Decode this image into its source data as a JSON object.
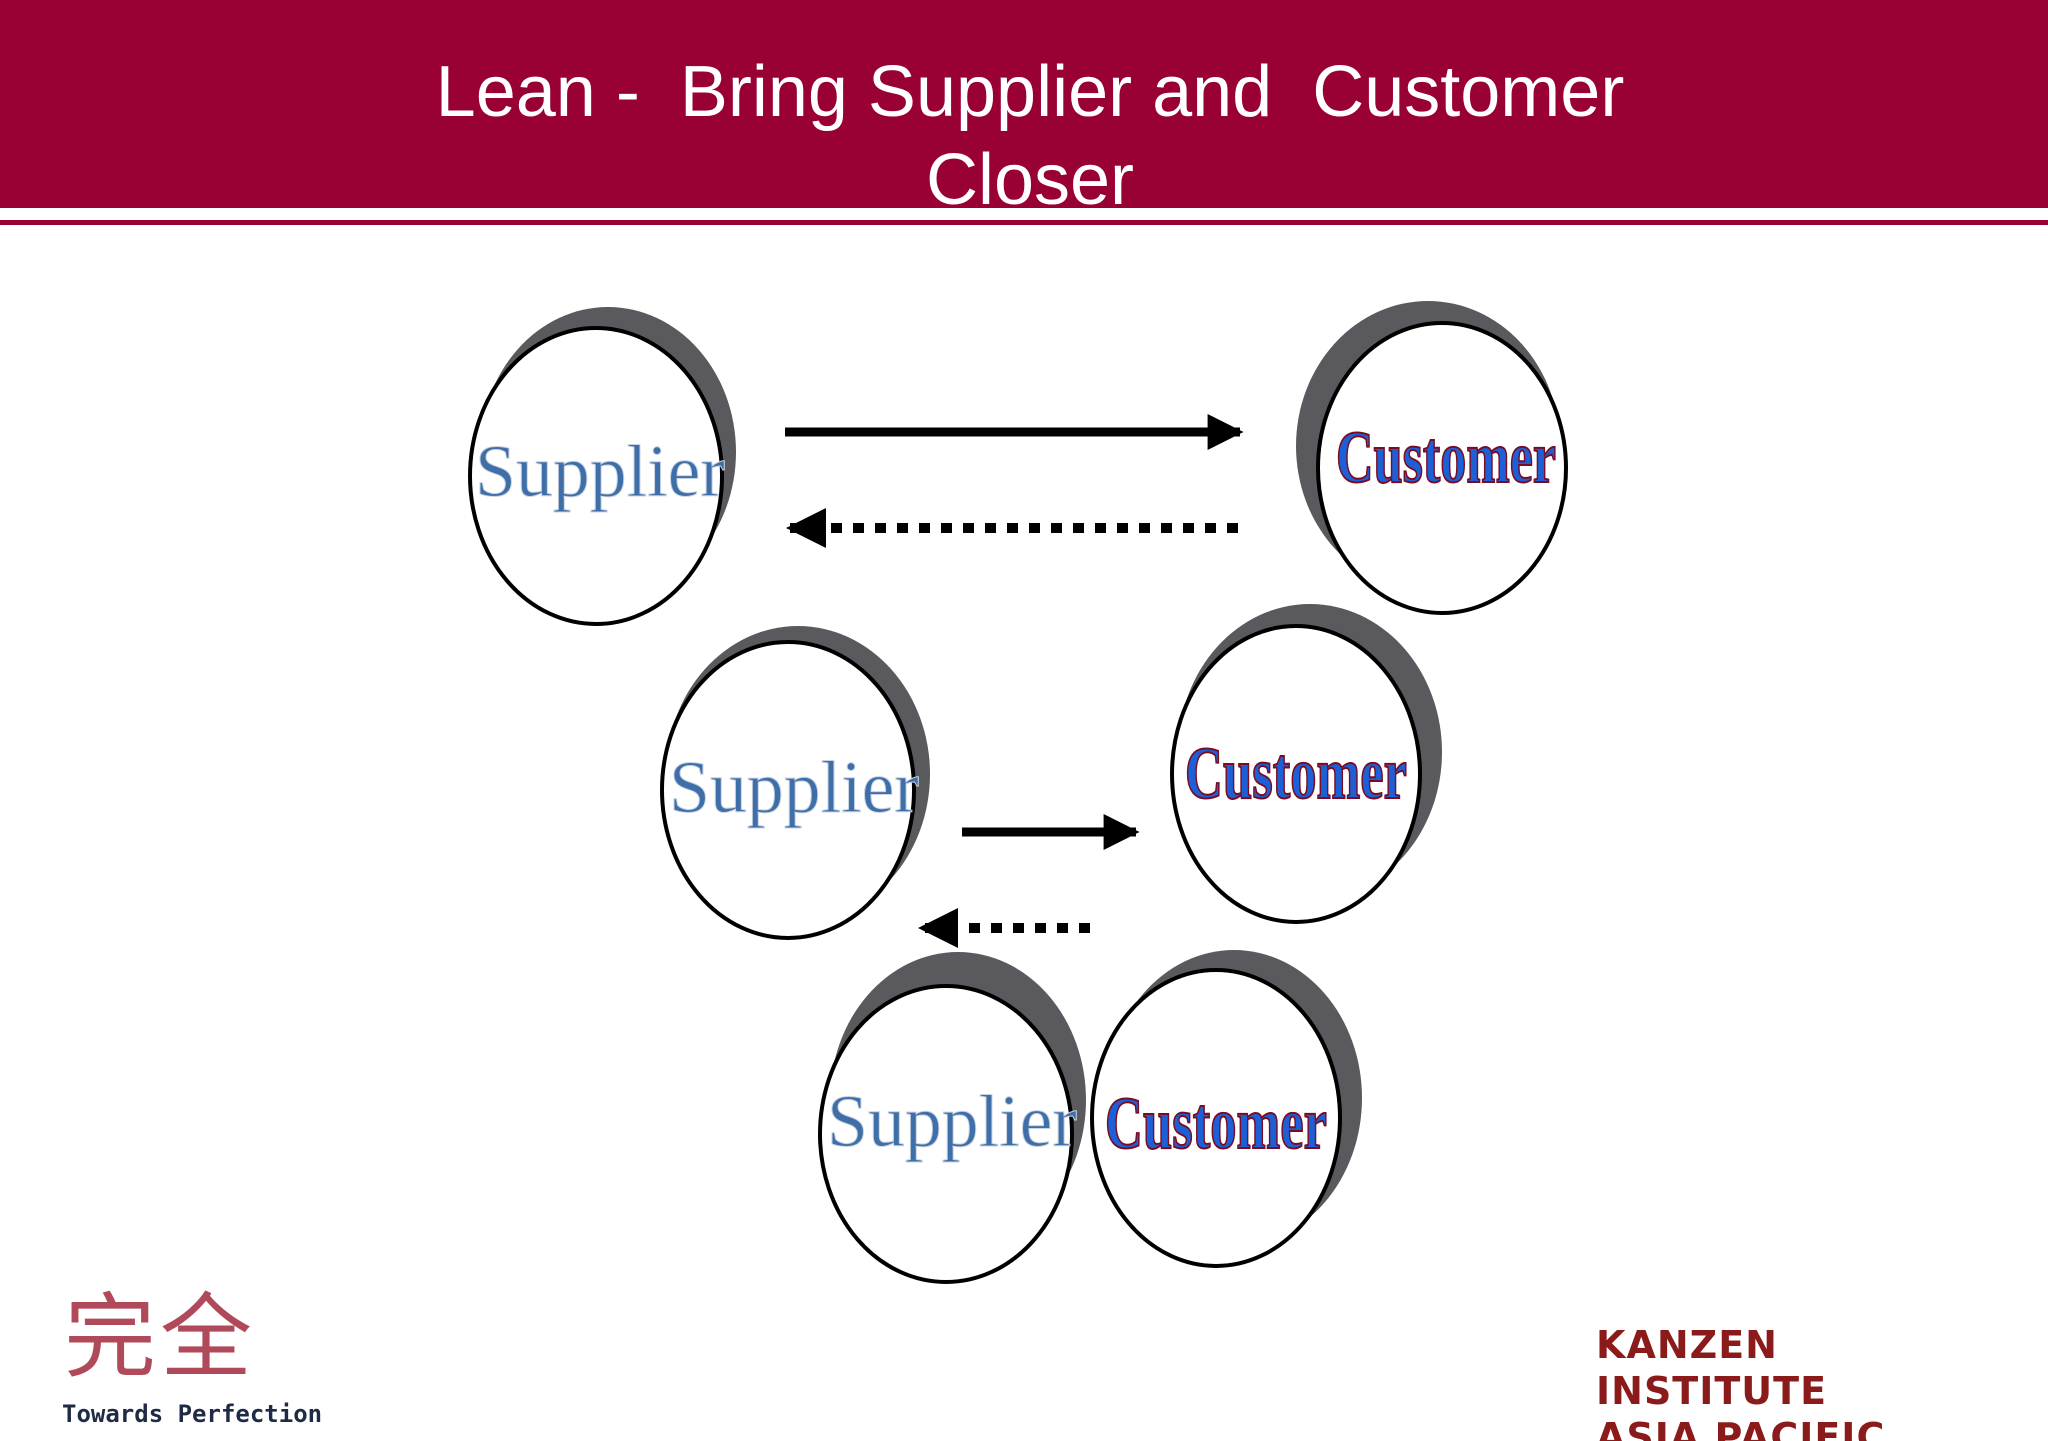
{
  "slide": {
    "title_line1": "Lean -  Bring Supplier and  Customer",
    "title_line2": "Closer",
    "colors": {
      "banner": "#990033",
      "supplier_text": "#3e6fa8",
      "customer_text": "#1d5fd6",
      "customer_outline": "#7a0c22",
      "circle_shadow": "#5a5a5e"
    }
  },
  "diagram": {
    "labels": {
      "supplier": "Supplier",
      "customer": "Customer"
    },
    "stages": [
      {
        "stage": "far",
        "flow": "solid arrow supplier to customer",
        "feedback": "dotted arrow customer to supplier"
      },
      {
        "stage": "closer",
        "flow": "solid arrow supplier to customer",
        "feedback": "dotted arrow customer to supplier"
      },
      {
        "stage": "together",
        "flow": "none",
        "feedback": "none"
      }
    ]
  },
  "footer": {
    "logo_kanji": "完全",
    "logo_tagline": "Towards Perfection",
    "brand_lines": [
      "KANZEN",
      "INSTITUTE",
      "ASIA PACIFIC"
    ]
  }
}
